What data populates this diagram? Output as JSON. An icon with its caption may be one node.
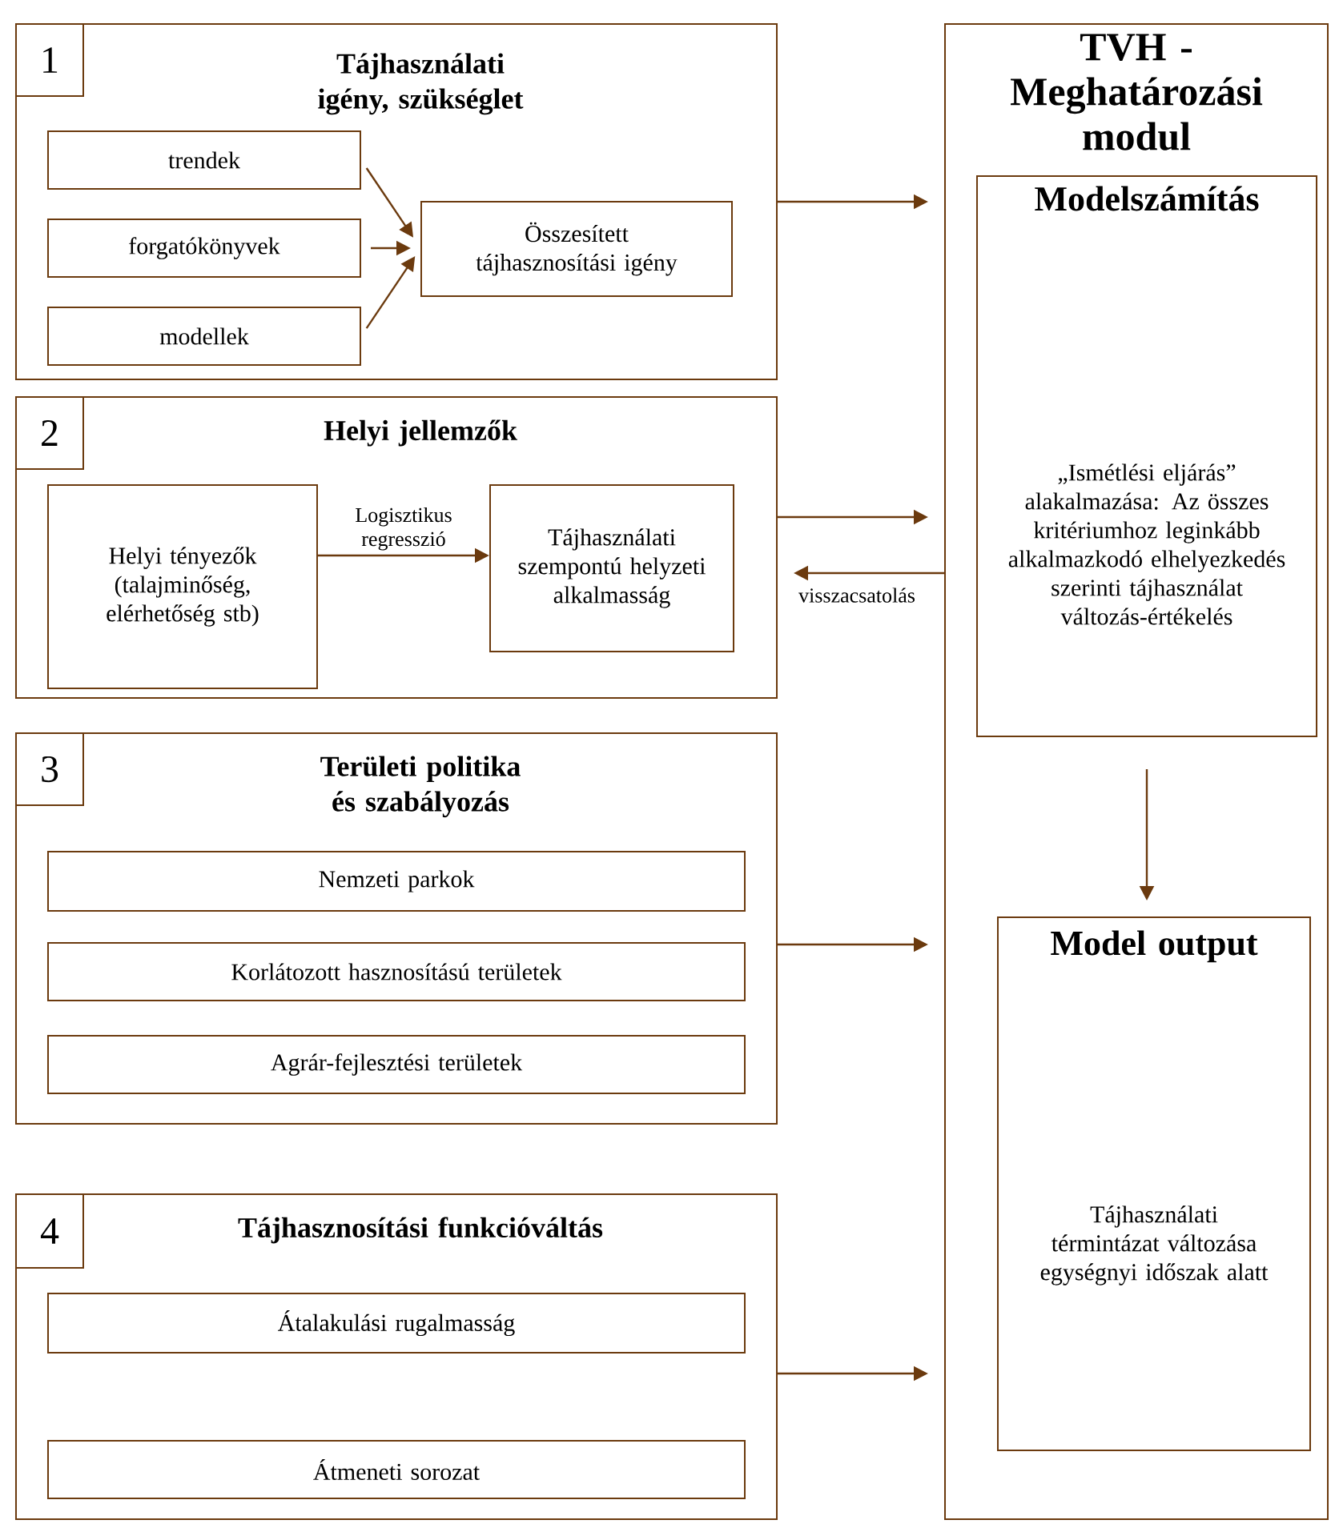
{
  "diagram": {
    "nodes": [
      {
        "text": [
          "Tájhasználati igény, szükséglet"
        ]
      },
      {
        "text": [
          "1"
        ],
        "in": 0
      },
      {
        "text": [
          "trendek"
        ],
        "in": 0
      },
      {
        "text": [
          "forgatókönyvek"
        ],
        "in": 0
      },
      {
        "text": [
          "modellek"
        ],
        "in": 0
      },
      {
        "text": [
          "Összesített tájhasznosítási igény"
        ],
        "in": 0
      },
      {
        "text": [
          "Helyi jellemzők"
        ]
      },
      {
        "text": [
          "2"
        ],
        "in": 6
      },
      {
        "text": [
          "Helyi tényezők (talajminőség, elérhetőség stb)"
        ],
        "in": 6
      },
      {
        "text": [
          "Tájhasználati szempontú helyzeti alkalmasság"
        ],
        "in": 6
      },
      {
        "text": [
          "Területi politika és szabályozás"
        ]
      },
      {
        "text": [
          "3"
        ],
        "in": 10
      },
      {
        "text": [
          "Nemzeti parkok"
        ],
        "in": 10
      },
      {
        "text": [
          "Korlátozott hasznosítású területek"
        ],
        "in": 10
      },
      {
        "text": [
          "Agrár-fejlesztési területek"
        ],
        "in": 10
      },
      {
        "text": [
          "Tájhasznosítási funkcióváltás"
        ]
      },
      {
        "text": [
          "4"
        ],
        "in": 15
      },
      {
        "text": [
          "Átalakulási rugalmasság"
        ],
        "in": 15
      },
      {
        "text": [
          "Átmeneti sorozat"
        ],
        "in": 15
      },
      {
        "text": [
          "TVH - Meghatározási modul"
        ]
      },
      {
        "text": [
          "Modelszámítás",
          "„Ismétlési eljárás” alakalmazása: Az összes kritériumhoz leginkább alkalmazkodó elhelyezkedés szerinti tájhasználat változás-értékelés"
        ],
        "in": 19
      },
      {
        "text": [
          "Model output",
          "Tájhasználati términtázat változása egységnyi időszak alatt"
        ],
        "in": 19
      }
    ],
    "edges": [
      {
        "from": 2,
        "to": 5,
        "arrow": "to"
      },
      {
        "from": 3,
        "to": 5,
        "arrow": "to"
      },
      {
        "from": 4,
        "to": 5,
        "arrow": "to"
      },
      {
        "from": 0,
        "to": 19,
        "arrow": "to"
      },
      {
        "from": 8,
        "to": 9,
        "arrow": "to",
        "label": "Logisztikus regresszió"
      },
      {
        "from": 6,
        "to": 19,
        "arrow": "to"
      },
      {
        "from": 19,
        "to": 6,
        "arrow": "to",
        "label": "visszacsatolás"
      },
      {
        "from": 10,
        "to": 19,
        "arrow": "to"
      },
      {
        "from": 15,
        "to": 19,
        "arrow": "to"
      },
      {
        "from": 20,
        "to": 21,
        "arrow": "to"
      }
    ]
  }
}
